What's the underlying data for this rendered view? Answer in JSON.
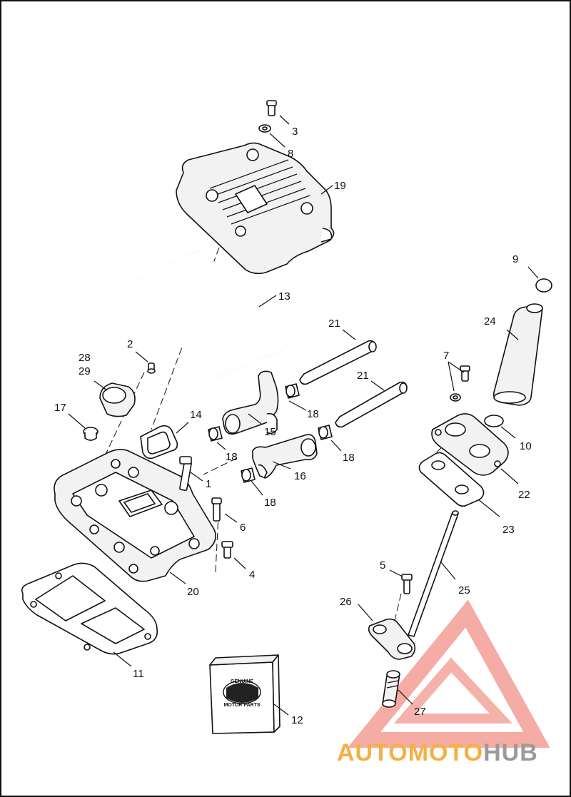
{
  "callouts": [
    {
      "id": "1",
      "text": "1"
    },
    {
      "id": "2",
      "text": "2"
    },
    {
      "id": "3",
      "text": "3"
    },
    {
      "id": "4",
      "text": "4"
    },
    {
      "id": "5",
      "text": "5"
    },
    {
      "id": "6",
      "text": "6"
    },
    {
      "id": "7",
      "text": "7"
    },
    {
      "id": "8",
      "text": "8"
    },
    {
      "id": "9",
      "text": "9"
    },
    {
      "id": "10",
      "text": "10"
    },
    {
      "id": "11",
      "text": "11"
    },
    {
      "id": "12",
      "text": "12"
    },
    {
      "id": "13",
      "text": "13"
    },
    {
      "id": "14",
      "text": "14"
    },
    {
      "id": "15",
      "text": "15"
    },
    {
      "id": "16",
      "text": "16"
    },
    {
      "id": "17",
      "text": "17"
    },
    {
      "id": "18a",
      "text": "18"
    },
    {
      "id": "18b",
      "text": "18"
    },
    {
      "id": "18c",
      "text": "18"
    },
    {
      "id": "18d",
      "text": "18"
    },
    {
      "id": "19",
      "text": "19"
    },
    {
      "id": "20",
      "text": "20"
    },
    {
      "id": "21a",
      "text": "21"
    },
    {
      "id": "21b",
      "text": "21"
    },
    {
      "id": "22",
      "text": "22"
    },
    {
      "id": "23",
      "text": "23"
    },
    {
      "id": "24",
      "text": "24"
    },
    {
      "id": "25",
      "text": "25"
    },
    {
      "id": "26",
      "text": "26"
    },
    {
      "id": "27",
      "text": "27"
    },
    {
      "id": "28",
      "text": "28"
    },
    {
      "id": "29",
      "text": "29"
    }
  ],
  "kit_box": {
    "line1": "GENUINE",
    "line2": "MOTOR PARTS"
  },
  "watermark": {
    "part_auto": "AUTO",
    "part_moto": "MOTO",
    "part_hub": "HUB",
    "color_orange": "#f5b041",
    "color_red": "#e74c3c",
    "color_gray": "#9a9a9a"
  }
}
